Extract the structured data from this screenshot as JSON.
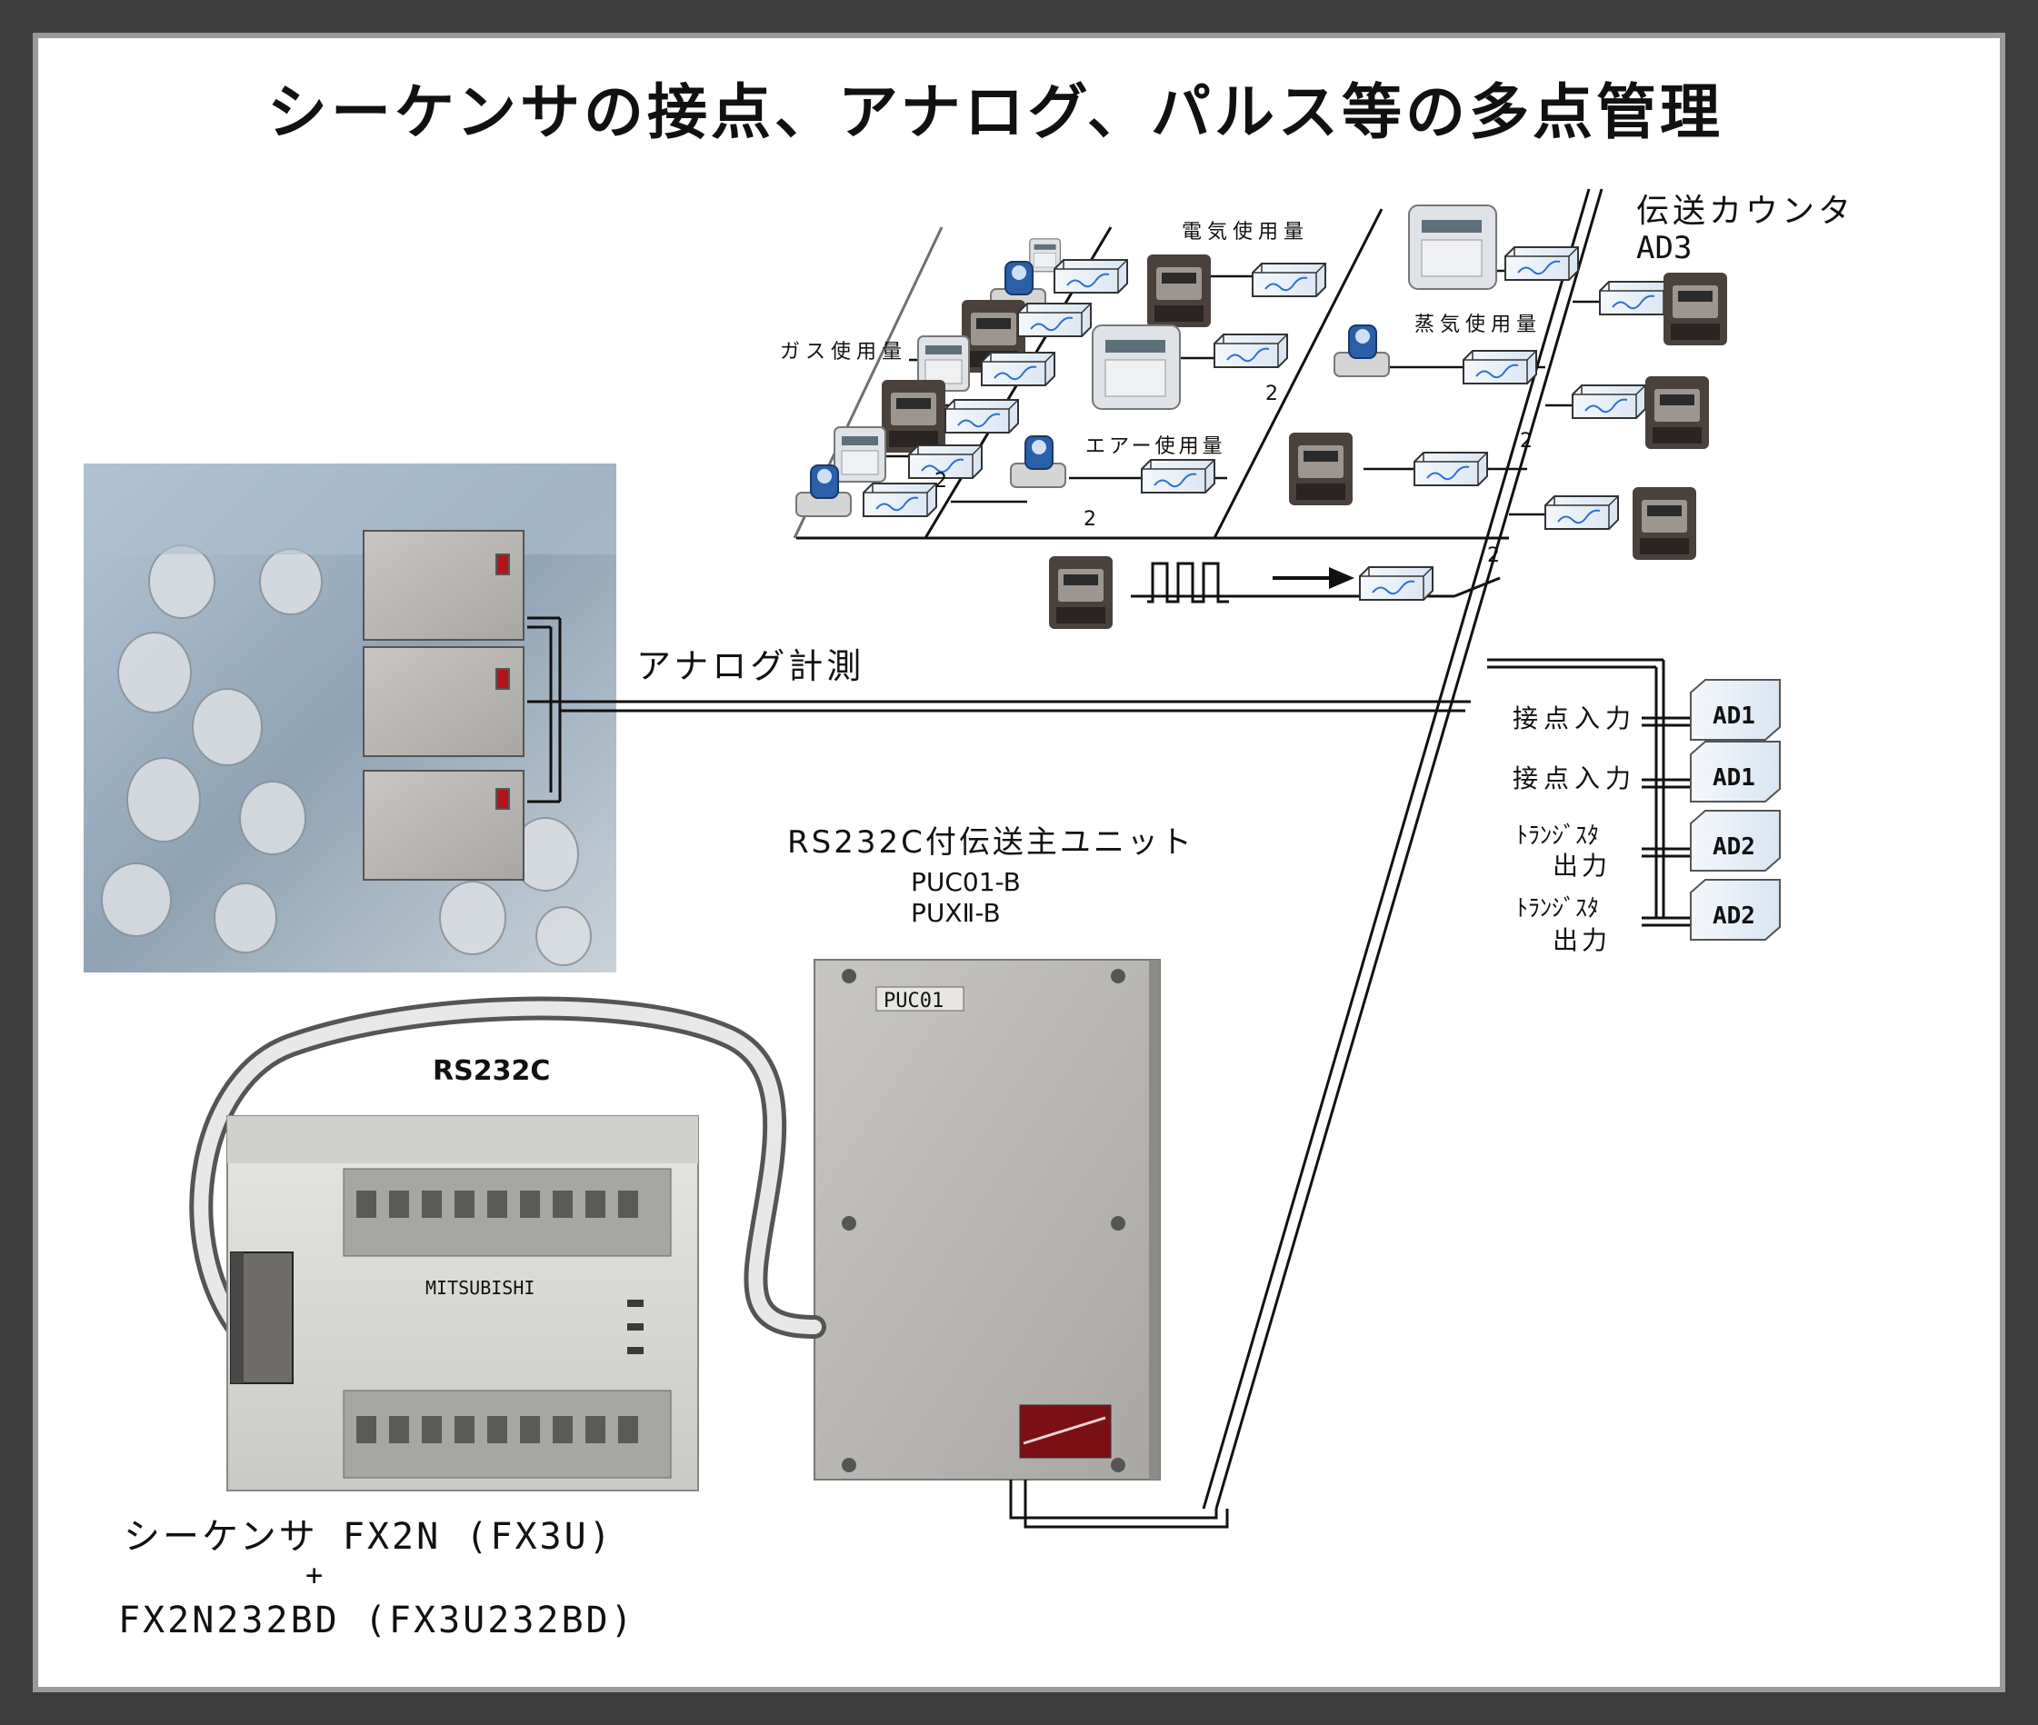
{
  "title": "シーケンサの接点、アナログ、パルス等の多点管理",
  "labels": {
    "counter_name": "伝送カウンタ",
    "counter_model": "AD3",
    "electric": "電気使用量",
    "gas": "ガス使用量",
    "steam": "蒸気使用量",
    "air": "エアー使用量",
    "analog": "アナログ計測",
    "contact_in_1": "接点入力",
    "contact_in_2": "接点入力",
    "transistor_1a": "ﾄﾗﾝｼﾞｽﾀ",
    "transistor_1b": "出力",
    "transistor_2a": "ﾄﾗﾝｼﾞｽﾀ",
    "transistor_2b": "出力",
    "main_unit": "RS232C付伝送主ユニット",
    "main_model_1": "PUC01-B",
    "main_model_2": "PUXⅡ-B",
    "puc_plate": "PUC01",
    "rs232c": "RS232C",
    "plc_line1": "シーケンサ FX2N (FX3U)",
    "plc_line2": "+",
    "plc_line3": "FX2N232BD (FX3U232BD)",
    "plc_brand": "MITSUBISHI",
    "ad1_a": "AD1",
    "ad1_b": "AD1",
    "ad2_a": "AD2",
    "ad2_b": "AD2",
    "wire_2": "2"
  },
  "colors": {
    "frame": "#3c3c3c",
    "unit_gray": "#b9b7b3",
    "plc_light": "#dcdcd8",
    "ad_blue": "#2f6fd0",
    "photo_sky": "#9fb4c8"
  }
}
